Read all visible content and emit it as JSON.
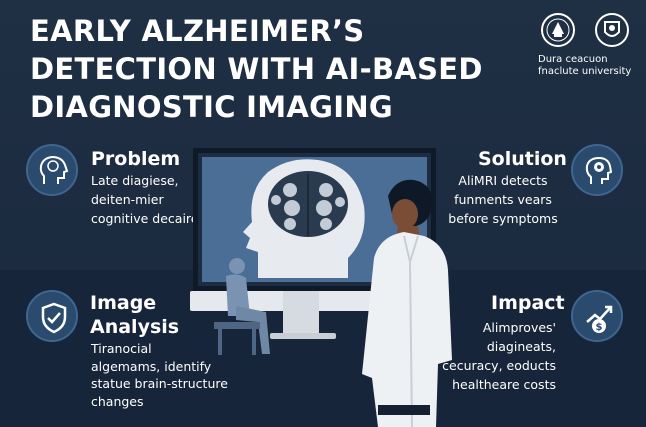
{
  "title": {
    "line1": "EARLY ALZHEIMER’S",
    "line2": "DETECTION WITH AI-BASED",
    "line3": "DIAGNOSTIC IMAGING"
  },
  "university": {
    "line1": "Dura ceacuon",
    "line2": "fnaclute university"
  },
  "sections": {
    "problem": {
      "icon": "head-brain-icon",
      "heading": "Problem",
      "lines": [
        "Late diagiese,",
        "deiten-mier",
        "cognitive decaire"
      ]
    },
    "solution": {
      "icon": "brain-head-icon",
      "heading": "Solution",
      "lines": [
        "AliMRI detects",
        "funments vears",
        "before symptoms"
      ]
    },
    "image_analysis": {
      "icon": "shield-check-icon",
      "heading_line1": "Image",
      "heading_line2": "Analysis",
      "lines": [
        "Tiranocial",
        "algemams, identify",
        "statue brain-structure",
        "changes"
      ]
    },
    "impact": {
      "icon": "dollar-chart-icon",
      "heading": "Impact",
      "lines": [
        "Alimproves'",
        "diagineats,",
        "сecuracy, eoducts",
        "healtheare costs"
      ]
    }
  },
  "colors": {
    "background": "#1b2a3d",
    "screen": "#4a6e96",
    "icon_fill": "#2a4a6e",
    "text": "#ffffff"
  }
}
